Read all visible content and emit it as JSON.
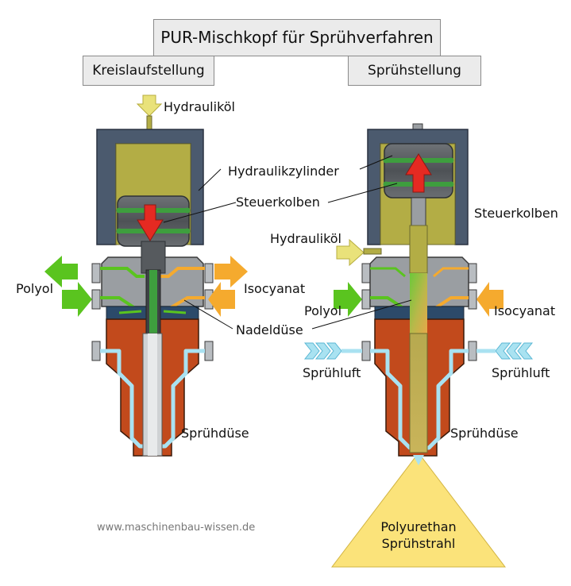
{
  "title": "PUR-Mischkopf für Sprühverfahren",
  "modes": {
    "left": "Kreislaufstellung",
    "right": "Sprühstellung"
  },
  "left": {
    "hydraulic_oil": "Hydrauliköl",
    "hydraulic_cylinder": "Hydraulikzylinder",
    "control_piston": "Steuerkolben",
    "polyol": "Polyol",
    "isocyanate": "Isocyanat",
    "needle_nozzle": "Nadeldüse",
    "spray_nozzle": "Sprühdüse"
  },
  "right": {
    "control_piston": "Steuerkolben",
    "hydraulic_oil": "Hydrauliköl",
    "polyol": "Polyol",
    "isocyanate": "Isocyanat",
    "spray_air_left": "Sprühluft",
    "spray_air_right": "Sprühluft",
    "spray_nozzle": "Sprühdüse",
    "jet_line1": "Polyurethan",
    "jet_line2": "Sprühstrahl"
  },
  "watermark": "www.maschinenbau-wissen.de",
  "colors": {
    "housing": "#4b5a6e",
    "cylinder": "#b3ad45",
    "piston": "#565a5e",
    "ring": "#3e9e3e",
    "block": "#9a9ea2",
    "seal": "#2c4a6a",
    "nozzle": "#c24a1c",
    "polyol": "#5ac41f",
    "isocyanate": "#f5aa2e",
    "air": "#a9e2f1",
    "oil": "#e9e27a",
    "arrow_red": "#e52a22",
    "jet": "#fbe37a"
  }
}
